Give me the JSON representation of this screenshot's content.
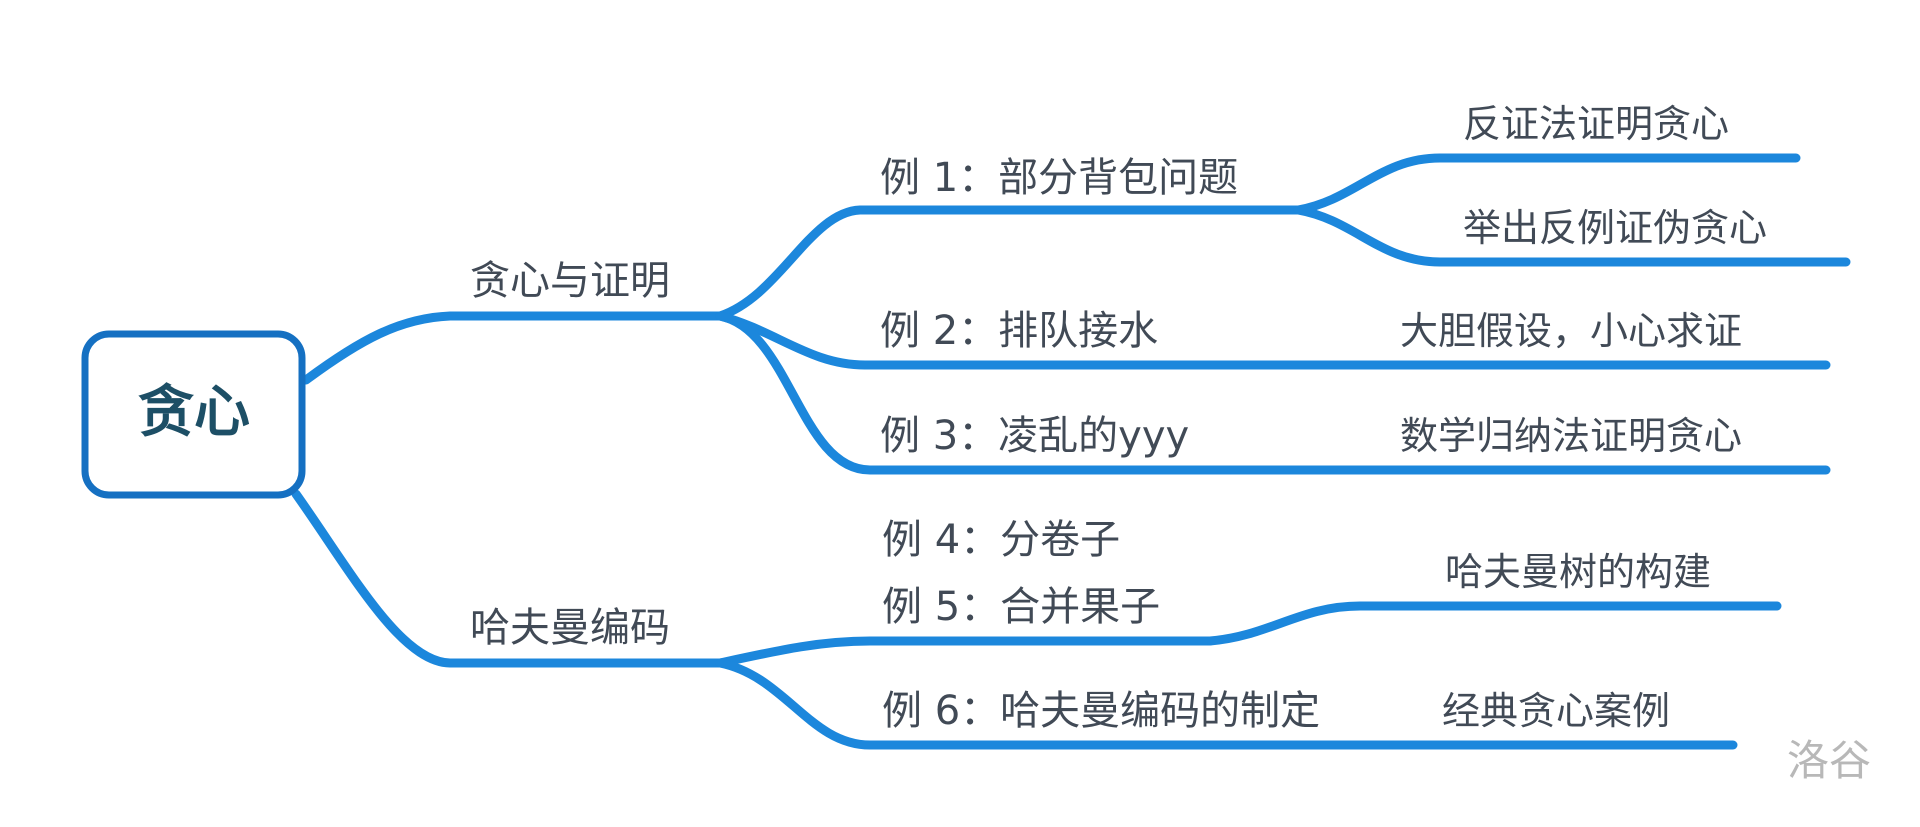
{
  "root": {
    "label": "贪心"
  },
  "branches": [
    {
      "label": "贪心与证明",
      "children": [
        {
          "label": "例 1：部分背包问题",
          "children": [
            {
              "label": "反证法证明贪心"
            },
            {
              "label": "举出反例证伪贪心"
            }
          ]
        },
        {
          "label": "例 2：排队接水",
          "children": [
            {
              "label": "大胆假设，小心求证"
            }
          ]
        },
        {
          "label": "例 3：凌乱的yyy",
          "children": [
            {
              "label": "数学归纳法证明贪心"
            }
          ]
        }
      ]
    },
    {
      "label": "哈夫曼编码",
      "children": [
        {
          "label": "例 4：分卷子",
          "children": []
        },
        {
          "label": "例 5：合并果子",
          "children": [
            {
              "label": "哈夫曼树的构建"
            }
          ]
        },
        {
          "label": "例 6：哈夫曼编码的制定",
          "children": [
            {
              "label": "经典贪心案例"
            }
          ]
        }
      ]
    }
  ],
  "watermark": "洛谷",
  "colors": {
    "edge": "#1c87dc",
    "root_border": "#1570c2",
    "root_text": "#1d4f66",
    "node_text": "#414a56",
    "watermark": "#b8b8b8"
  }
}
